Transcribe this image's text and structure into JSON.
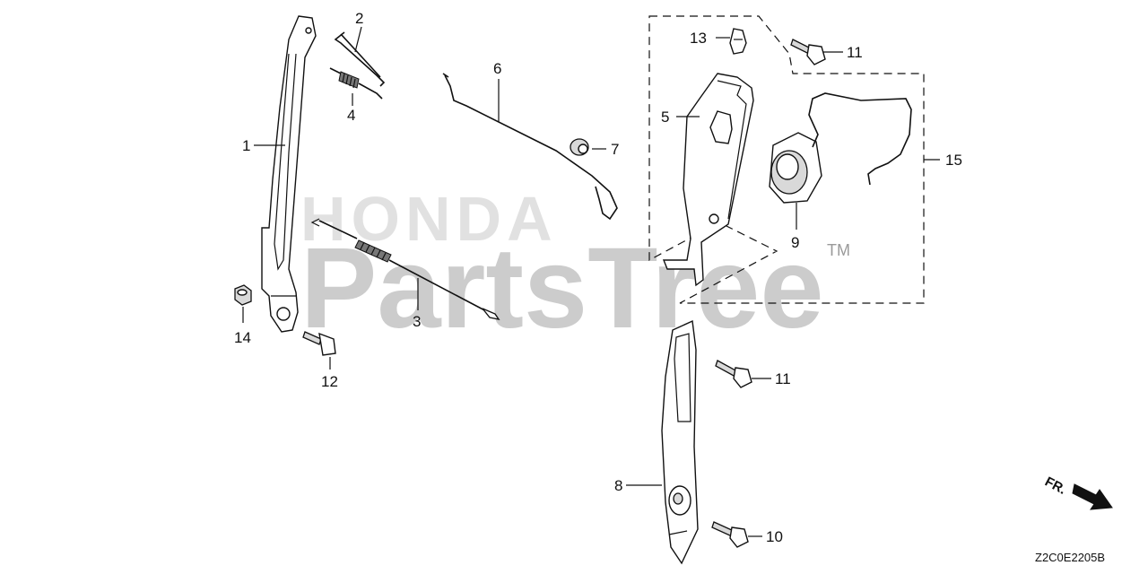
{
  "callouts": {
    "c1": "1",
    "c2": "2",
    "c3": "3",
    "c4": "4",
    "c5": "5",
    "c6": "6",
    "c7": "7",
    "c8": "8",
    "c9": "9",
    "c10": "10",
    "c11a": "11",
    "c11b": "11",
    "c12": "12",
    "c13": "13",
    "c14": "14",
    "c15": "15"
  },
  "watermark": {
    "brand": "HONDA",
    "site": "PartsTree",
    "tm": "TM"
  },
  "direction_label": "FR.",
  "diagram_code": "Z2C0E2205B",
  "icons": {
    "direction": "arrow-right-down-icon"
  },
  "colors": {
    "line": "#111111",
    "watermark": "#9a9a9a",
    "background": "#ffffff"
  }
}
